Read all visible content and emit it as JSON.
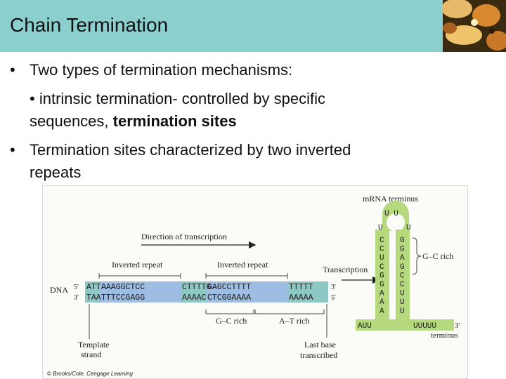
{
  "slide": {
    "title": "Chain Termination",
    "bullets": [
      {
        "text": "Two types of termination mechanisms:"
      },
      {
        "text_plain": "intrinsic termination- controlled by specific",
        "line2_prefix": "sequences, ",
        "line2_bold": "termination sites"
      },
      {
        "line1": "Termination sites characterized by two inverted",
        "line2": "repeats"
      }
    ]
  },
  "figure": {
    "mrna_terminus": "mRNA terminus",
    "direction": "Direction of transcription",
    "inverted_repeat_1": "Inverted repeat",
    "inverted_repeat_2": "Inverted repeat",
    "transcription": "Transcription",
    "dna": "DNA",
    "five_prime_left": "5'",
    "three_prime_left": "3'",
    "three_prime_right": "3'",
    "five_prime_right": "5'",
    "top_strand": [
      "ATT",
      "AAAGGCTCC",
      "CTTTTG",
      "GAGCCTTTT",
      "TTTTT"
    ],
    "bottom_strand": [
      "TAA",
      "TTTCCGAGG",
      "AAAAC",
      "CTCGGAAAA",
      "AAAAA"
    ],
    "gc_rich_bottom": "G–C rich",
    "at_rich_bottom": "A–T rich",
    "template_strand_line1": "Template",
    "template_strand_line2": "strand",
    "last_base_line1": "Last base",
    "last_base_line2": "transcribed",
    "stem_left": [
      "C",
      "C",
      "U",
      "C",
      "G",
      "G",
      "A",
      "A",
      "A"
    ],
    "stem_right": [
      "G",
      "G",
      "A",
      "G",
      "C",
      "C",
      "U",
      "U",
      "U"
    ],
    "loop_top": "U U",
    "loop_left": "U",
    "loop_right": "U",
    "gc_rich_side": "G–C rich",
    "tail_left": "AUU",
    "tail_right": "UUUUU",
    "three_prime_end": "3'",
    "terminus": "terminus",
    "copyright": "© Brooks/Cole, Cengage Learning"
  },
  "colors": {
    "header": "#8ccfcf",
    "strand_teal": "#8dc8c4",
    "strand_blue": "#8fb0d8",
    "hairpin_green": "#b7d97d"
  }
}
